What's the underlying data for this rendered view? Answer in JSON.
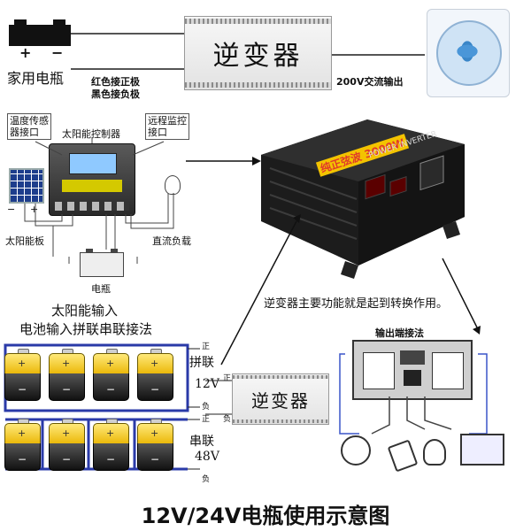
{
  "top": {
    "battery_label": "家用电瓶",
    "battery_plus": "+",
    "battery_minus": "−",
    "inverter_label": "逆变器",
    "connect_red": "红色接正极",
    "connect_black": "黑色接负极",
    "ac_output": "200V交流输出"
  },
  "solar": {
    "temp_sensor": "温度传感\n器接口",
    "controller": "太阳能控制器",
    "remote": "远程监控\n接口",
    "panel": "太阳能板",
    "dc_load": "直流负载",
    "battery": "电瓶",
    "minus": "−",
    "plus": "+"
  },
  "inverter_product": {
    "brand_text": "纯正弦波 3000W",
    "model_text": "POWER INVERTER"
  },
  "function_note": "逆变器主要功能就是起到转换作用。",
  "battery_section": {
    "line1": "太阳能输入",
    "line2": "电池输入拼联串联接法",
    "parallel": "拼联",
    "parallel_v": "12V",
    "series": "串联",
    "series_v": "48V",
    "pos": "正",
    "neg": "负"
  },
  "small_inverter_label": "逆变器",
  "small_inverter_pos": "正",
  "small_inverter_neg": "负",
  "output_section": {
    "title": "输出端接法"
  },
  "footer_title": "12V/24V电瓶使用示意图"
}
